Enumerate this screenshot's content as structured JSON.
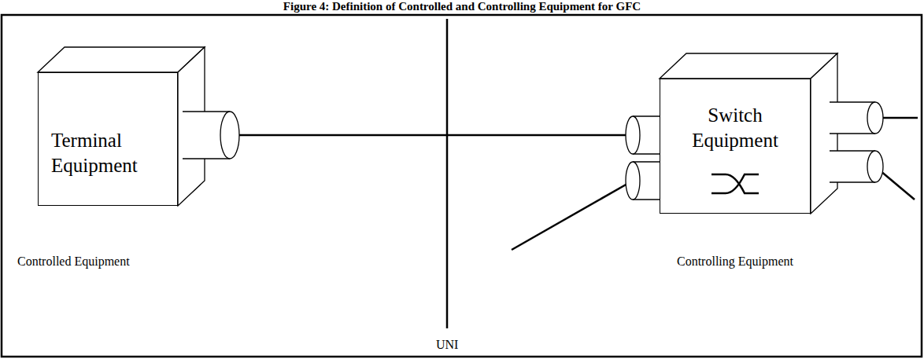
{
  "diagram": {
    "title": "Figure 4: Definition of Controlled and Controlling Equipment for GFC",
    "nodes": [
      {
        "text": [
          "Terminal Equipment"
        ]
      },
      {
        "text": [
          "Switch Equipment"
        ]
      }
    ],
    "edges": [
      {
        "from": 0,
        "to": 1,
        "arrow": "none"
      }
    ],
    "labels": [
      "Controlled Equipment",
      "Controlling Equipment",
      "UNI"
    ]
  }
}
